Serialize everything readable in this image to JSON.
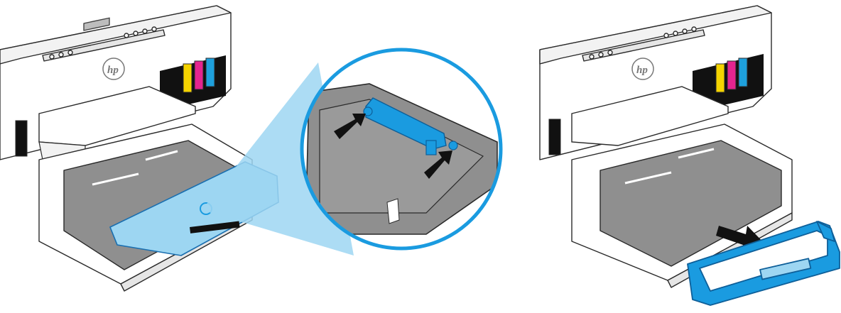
{
  "figure": {
    "panels": [
      {
        "id": "left",
        "description_role": "printer-with-tray-extension-callout"
      },
      {
        "id": "right",
        "description_role": "printer-with-extension-removed"
      }
    ],
    "printer_brand_logo": "hp",
    "ink_tank_colors": [
      "#111111",
      "#f5d400",
      "#e4248f",
      "#1ea0dc"
    ],
    "accent_blue": "#1a9be0",
    "callout_fill": "#9dd6f2",
    "tray_gray": "#8f8f8f",
    "outline": "#2a2a2a"
  }
}
